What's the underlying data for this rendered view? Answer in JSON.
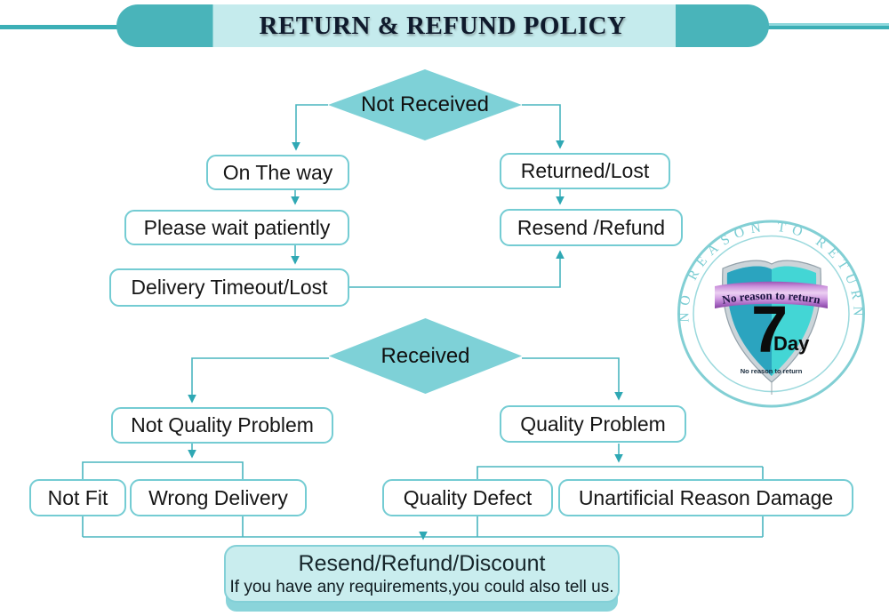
{
  "header": {
    "title": "RETURN & REFUND POLICY"
  },
  "flow": {
    "not_received": "Not Received",
    "on_the_way": "On The way",
    "returned_lost": "Returned/Lost",
    "please_wait": "Please wait patiently",
    "resend_refund": "Resend /Refund",
    "delivery_timeout": "Delivery Timeout/Lost",
    "received": "Received",
    "not_quality_problem": "Not Quality Problem",
    "quality_problem": "Quality Problem",
    "not_fit": "Not Fit",
    "wrong_delivery": "Wrong Delivery",
    "quality_defect": "Quality Defect",
    "unartificial_reason_damage": "Unartificial Reason Damage",
    "final_title": "Resend/Refund/Discount",
    "final_subtitle": "If you have any requirements,you could also tell us."
  },
  "badge": {
    "arc_text": "NO REASON TO RETURN",
    "ribbon_text": "No reason to return",
    "big_number": "7",
    "day_label": "Day",
    "small_text": "No reason to return"
  },
  "colors": {
    "teal_dark": "#49b4ba",
    "teal_light_band": "#c5ebed",
    "diamond_fill": "#7ed1d7",
    "box_border": "#74ccd3",
    "connector": "#4ab5bf",
    "final_box_fill": "#c9edee",
    "badge_ring": "#82cfd4",
    "shield_left": "#2ba4bf",
    "shield_right": "#43d6d5",
    "ribbon_purple": "#c98fd9",
    "title_text": "#0f1a2c"
  }
}
